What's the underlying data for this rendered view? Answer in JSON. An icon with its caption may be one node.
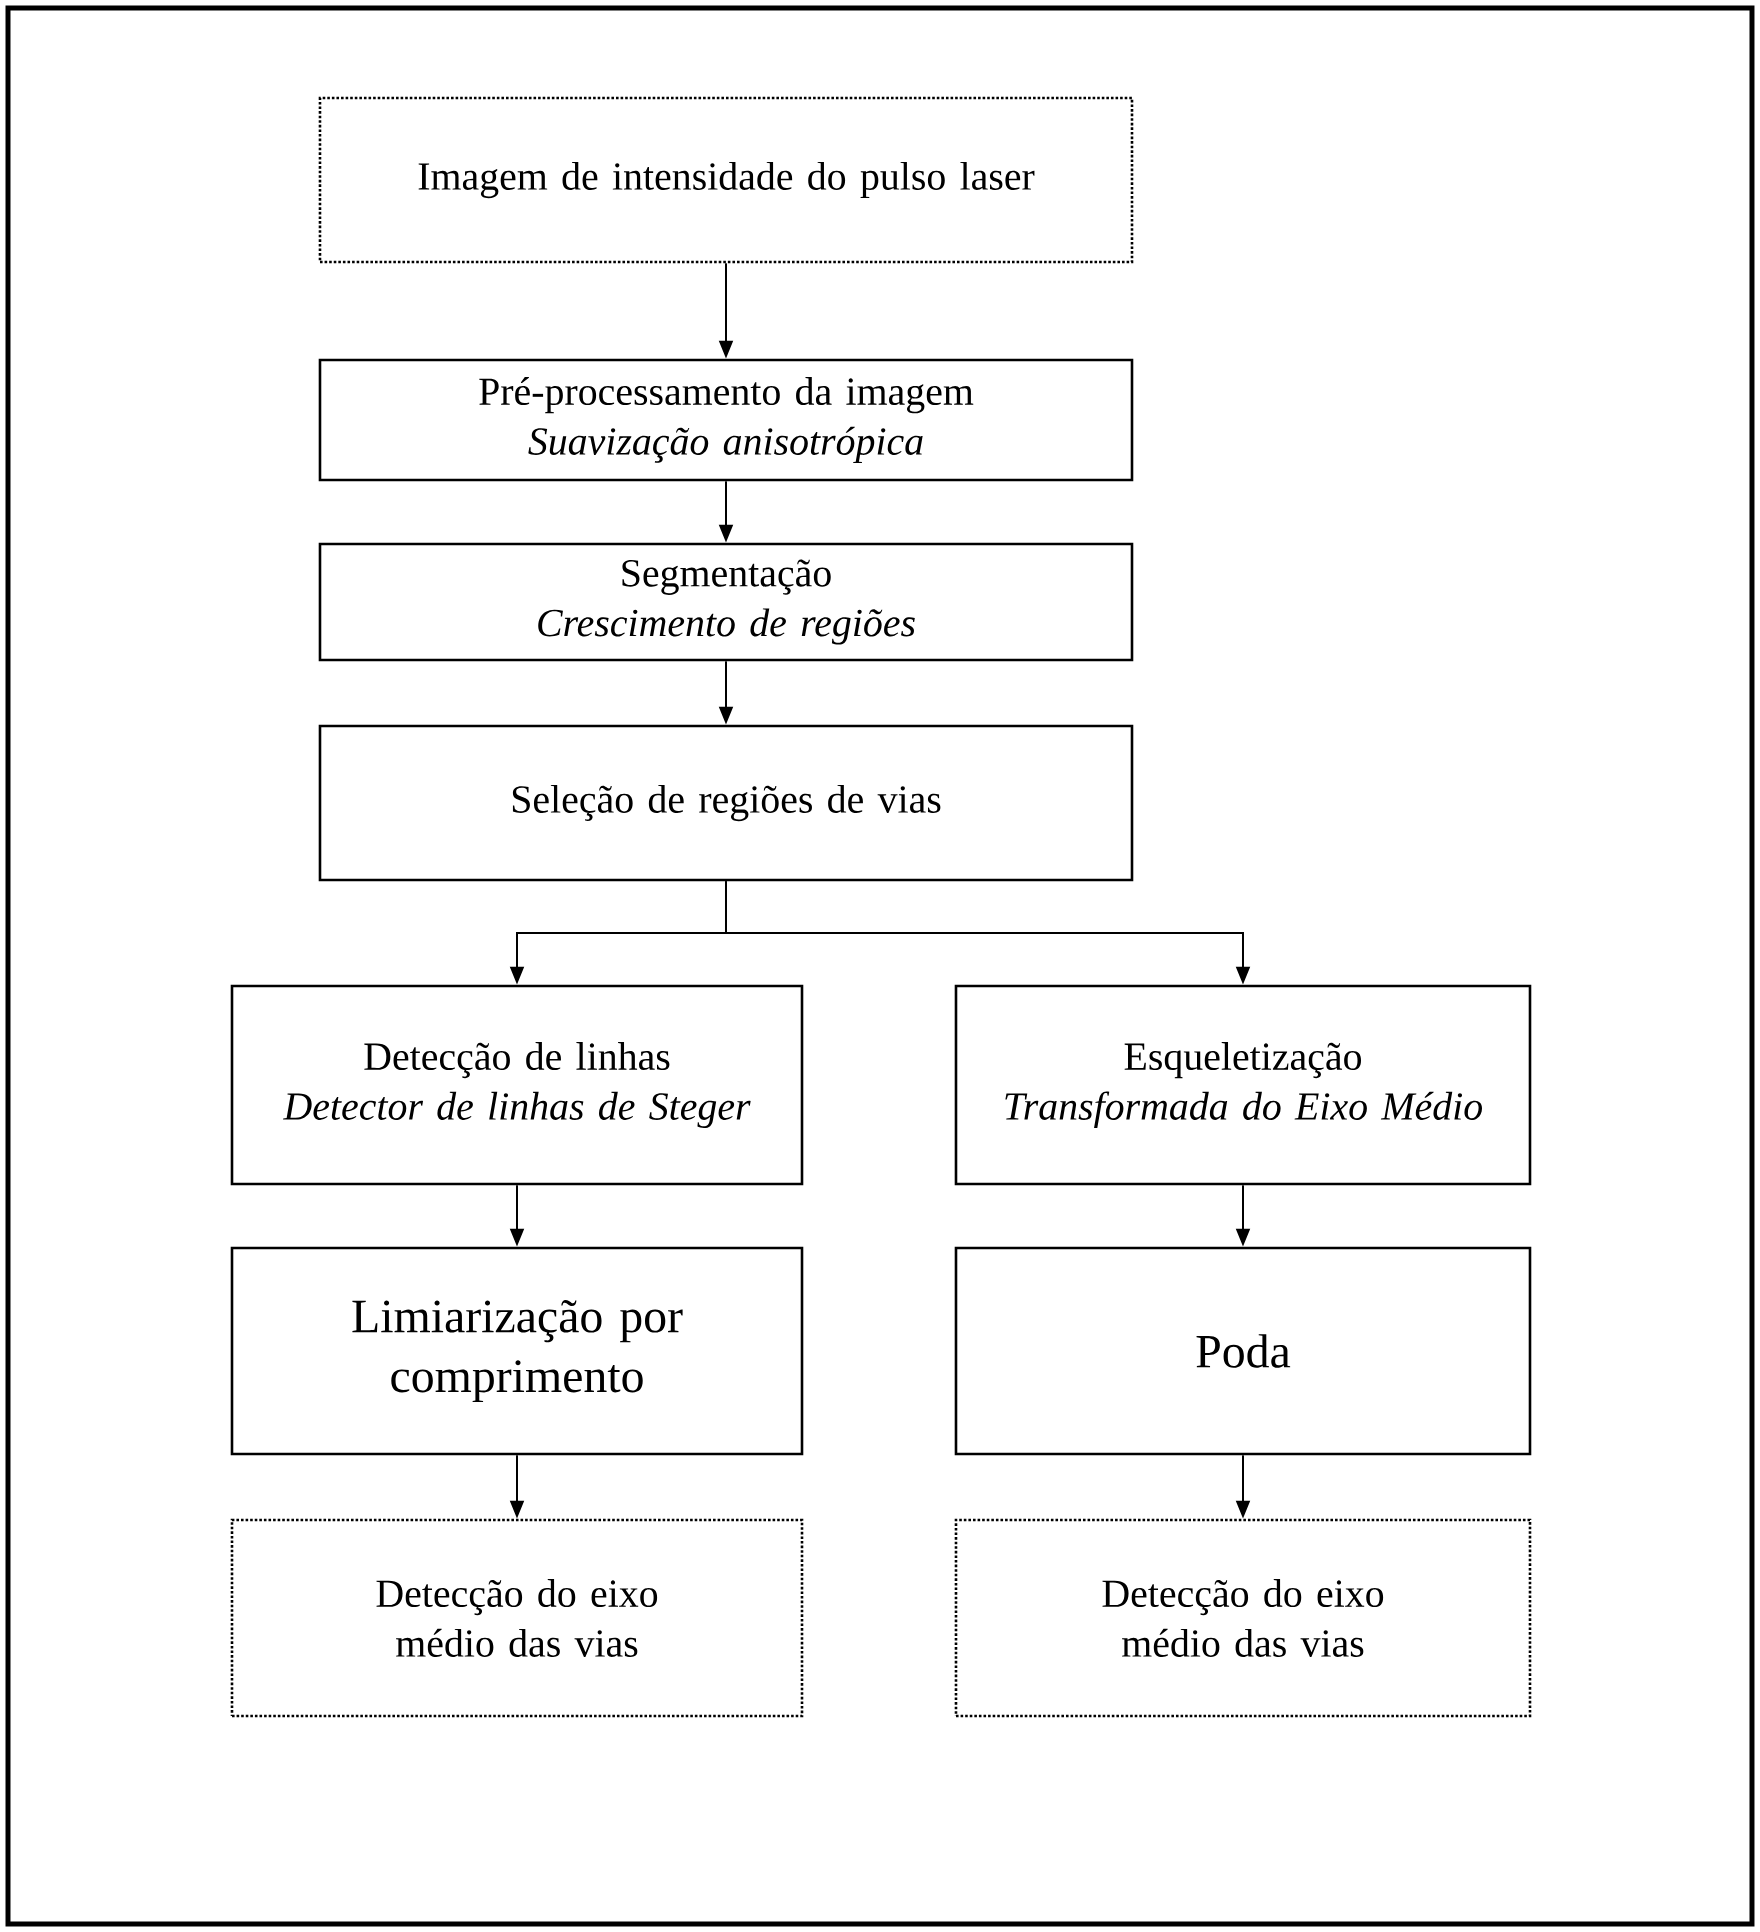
{
  "diagram": {
    "nodes": [
      {
        "text": [
          "Imagem de intensidade do pulso laser"
        ]
      },
      {
        "text": [
          "Pré-processamento da imagem",
          "Suavização anisotrópica"
        ]
      },
      {
        "text": [
          "Segmentação",
          "Crescimento de regiões"
        ]
      },
      {
        "text": [
          "Seleção de regiões de vias"
        ]
      },
      {
        "text": [
          "Detecção de linhas",
          "Detector de linhas de Steger"
        ]
      },
      {
        "text": [
          "Esqueletização",
          "Transformada do Eixo Médio"
        ]
      },
      {
        "text": [
          "Limiarização por comprimento"
        ]
      },
      {
        "text": [
          "Poda"
        ]
      },
      {
        "text": [
          "Detecção do eixo médio das vias"
        ]
      },
      {
        "text": [
          "Detecção do eixo médio das vias"
        ]
      }
    ],
    "edges": [
      {
        "from": 0,
        "to": 1,
        "arrow": "to"
      },
      {
        "from": 1,
        "to": 2,
        "arrow": "to"
      },
      {
        "from": 2,
        "to": 3,
        "arrow": "to"
      },
      {
        "from": 3,
        "to": 4,
        "arrow": "to"
      },
      {
        "from": 3,
        "to": 5,
        "arrow": "to"
      },
      {
        "from": 4,
        "to": 6,
        "arrow": "to"
      },
      {
        "from": 5,
        "to": 7,
        "arrow": "to"
      },
      {
        "from": 6,
        "to": 8,
        "arrow": "to"
      },
      {
        "from": 7,
        "to": 9,
        "arrow": "to"
      }
    ]
  }
}
